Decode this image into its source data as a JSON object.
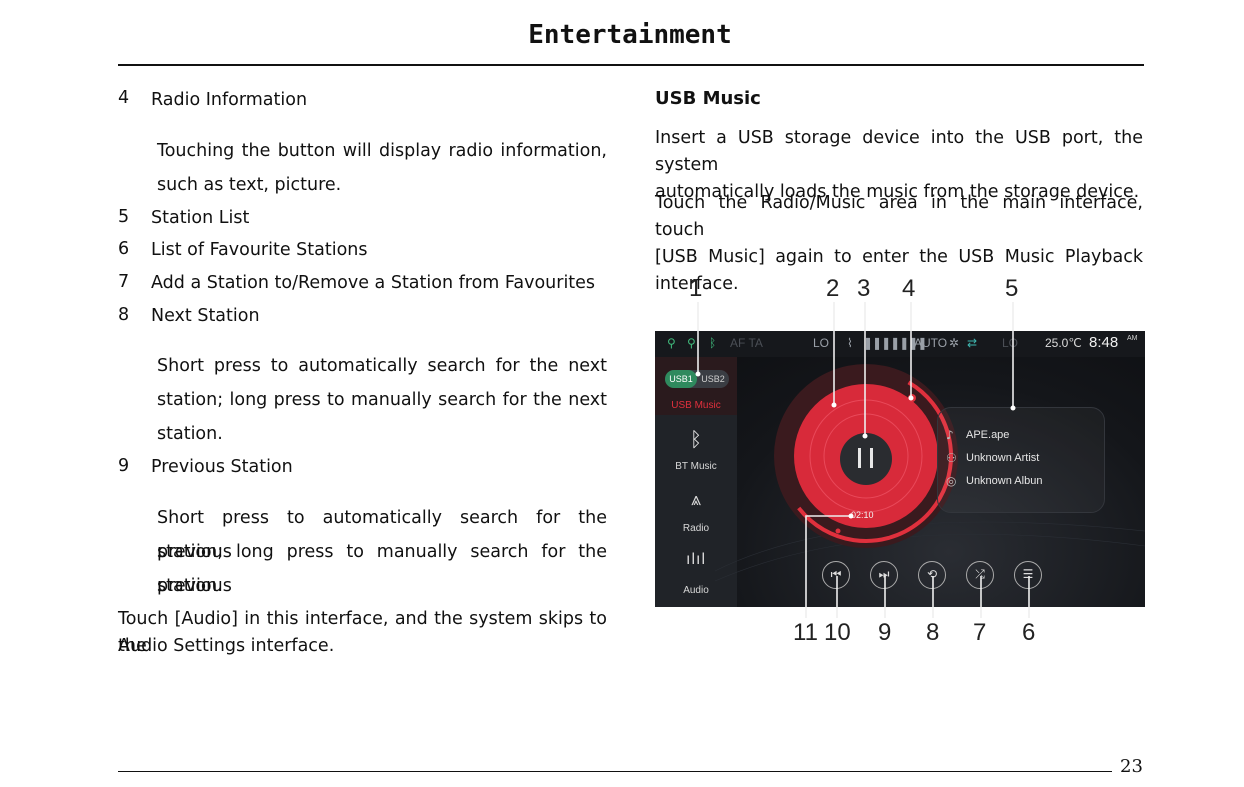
{
  "header": {
    "title": "Entertainment"
  },
  "footer": {
    "page_number": "23"
  },
  "left": {
    "items": [
      {
        "num": "4",
        "label": "Radio Information"
      },
      {
        "num": "5",
        "label": "Station List"
      },
      {
        "num": "6",
        "label": "List of Favourite Stations"
      },
      {
        "num": "7",
        "label": "Add a Station to/Remove a Station from Favourites"
      },
      {
        "num": "8",
        "label": "Next Station"
      },
      {
        "num": "9",
        "label": "Previous Station"
      }
    ],
    "desc4": [
      "Touching the button will display radio information,",
      "such as text, picture."
    ],
    "desc8": [
      "Short press to automatically search for the next",
      "station; long press to manually search for the next",
      "station."
    ],
    "desc9": [
      "Short press to automatically search for the previous",
      "station; long press to manually search for the previous",
      "station."
    ],
    "audio_note": [
      "Touch [Audio] in this interface, and the system skips to the",
      "Audio Settings interface."
    ]
  },
  "right": {
    "heading": "USB Music",
    "para1": [
      "Insert a USB storage device into the USB port, the system",
      "automatically loads the music from the storage device."
    ],
    "para2": [
      "Touch the Radio/Music area in the main interface, touch",
      "[USB Music] again to enter the USB Music Playback",
      "interface."
    ]
  },
  "figure": {
    "callouts_top": [
      "1",
      "2",
      "3",
      "4",
      "5"
    ],
    "callouts_bottom": [
      "11",
      "10",
      "9",
      "8",
      "7",
      "6"
    ],
    "status_bar": {
      "af_ta": "AF  TA",
      "lo_left": "LO",
      "auto": "AUTO",
      "lo_right": "LO",
      "temp": "25.0℃",
      "time": "8:48",
      "ampm": "AM"
    },
    "sidebar": {
      "usb1": "USB1",
      "usb2": "USB2",
      "usb_music": "USB Music",
      "bt_music": "BT Music",
      "radio": "Radio",
      "audio": "Audio"
    },
    "track": {
      "song": "APE.ape",
      "artist": "Unknown Artist",
      "album": "Unknown Albun"
    },
    "elapsed": "02:10",
    "accent_color": "#e0303d"
  }
}
